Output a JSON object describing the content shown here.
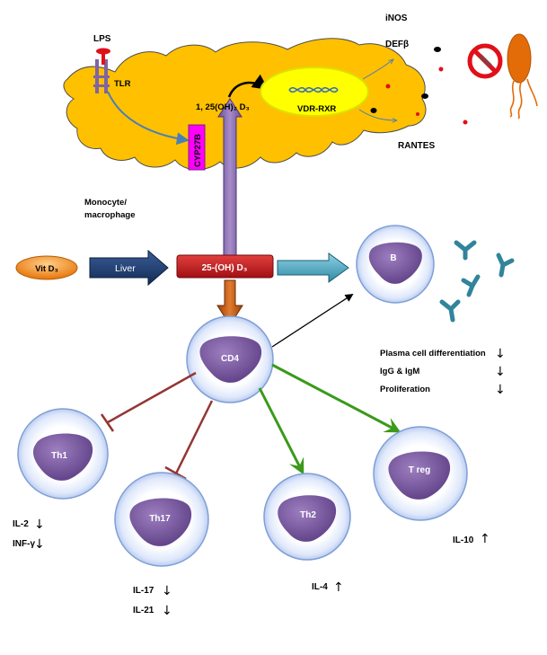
{
  "labels": {
    "lps": "LPS",
    "tlr": "TLR",
    "cyp": "CYP27B",
    "vit_d": "1, 25(OH)₂ D₃",
    "vdr": "VDR-RXR",
    "inos": "iNOS",
    "defb": "DEFβ",
    "rantes": "RANTES",
    "monocyte_1": "Monocyte/",
    "monocyte_2": "macrophage",
    "vit_d3": "Vit D₃",
    "liver": "Liver",
    "d25": "25-(OH) D₃"
  },
  "cells": {
    "b": "B",
    "cd4": "CD4",
    "th1": "Th1",
    "th17": "Th17",
    "th2": "Th2",
    "treg": "T reg"
  },
  "b_effects": [
    {
      "text": "Plasma cell differentiation",
      "dir": "↓"
    },
    {
      "text": "IgG & IgM",
      "dir": "↓"
    },
    {
      "text": "Proliferation",
      "dir": "↓"
    }
  ],
  "cytokines": {
    "il2": "IL-2",
    "il2_dir": "↓",
    "infg": "INF-γ",
    "infg_dir": "↓",
    "il17": "IL-17",
    "il17_dir": "↓",
    "il21": "IL-21",
    "il21_dir": "↓",
    "il4": "IL-4",
    "il4_dir": "↑",
    "il10": "IL-10",
    "il10_dir": "↑"
  },
  "colors": {
    "macrophage": "#FFC000",
    "vdr": "#FFFF00",
    "cyp": "#FF00FF",
    "liver_arrow": "#1F3F73",
    "d25_box": "#C0161C",
    "up_arrow": "#8064A2",
    "down_arrow": "#C55A11",
    "b_arrow": "#4BACC6",
    "inhibit": "#943634",
    "activate": "#3A9A1A",
    "cell_inner": "#7B5A9E",
    "cell_outer": "#C9DAF8"
  }
}
